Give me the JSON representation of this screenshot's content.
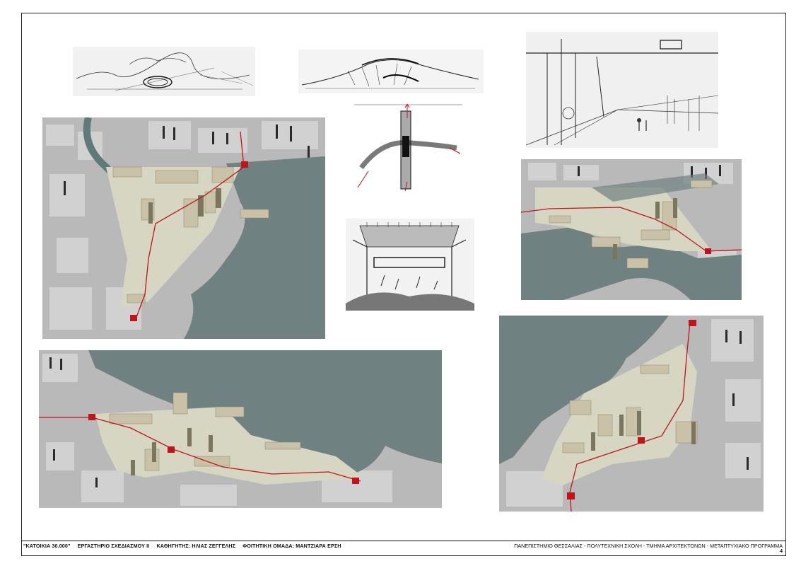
{
  "footer": {
    "project": "\"ΚΑΤΟΙΚΙΑ 30.000\"",
    "studio": "ΕΡΓΑΣΤΗΡΙΟ ΣΧΕΔΙΑΣΜΟΥ ΙΙ",
    "professor": "ΚΑΘΗΓΗΤΗΣ: ΗΛΙΑΣ ΖΕΓΓΕΛΗΣ",
    "team": "ΦΟΙΤΗΤΙΚΗ ΟΜΑΔΑ:  ΜΑΝΤΖΙΑΡΑ  ΕΡΣΗ",
    "institution": "ΠΑΝΕΠΙΣΤΗΜΙΟ ΘΕΣΣΑΛΙΑΣ - ΠΟΛΥΤΕΧΝΙΚΗ ΣΧΟΛΗ - ΤΜΗΜΑ ΑΡΧΙΤΕΚΤΟΝΩΝ - ΜΕΤΑΠΤΥΧΙΑΚΟ ΠΡΟΓΡΑΜΜΑ",
    "page_number": "4"
  },
  "colors": {
    "water": "#6f8180",
    "ground": "#b8b8b8",
    "block": "#d2d2d2",
    "plaza": "#d6d6c3",
    "building": "#c9c2a8",
    "route": "#c0141a",
    "sketch_ink": "#2a2a2a"
  }
}
